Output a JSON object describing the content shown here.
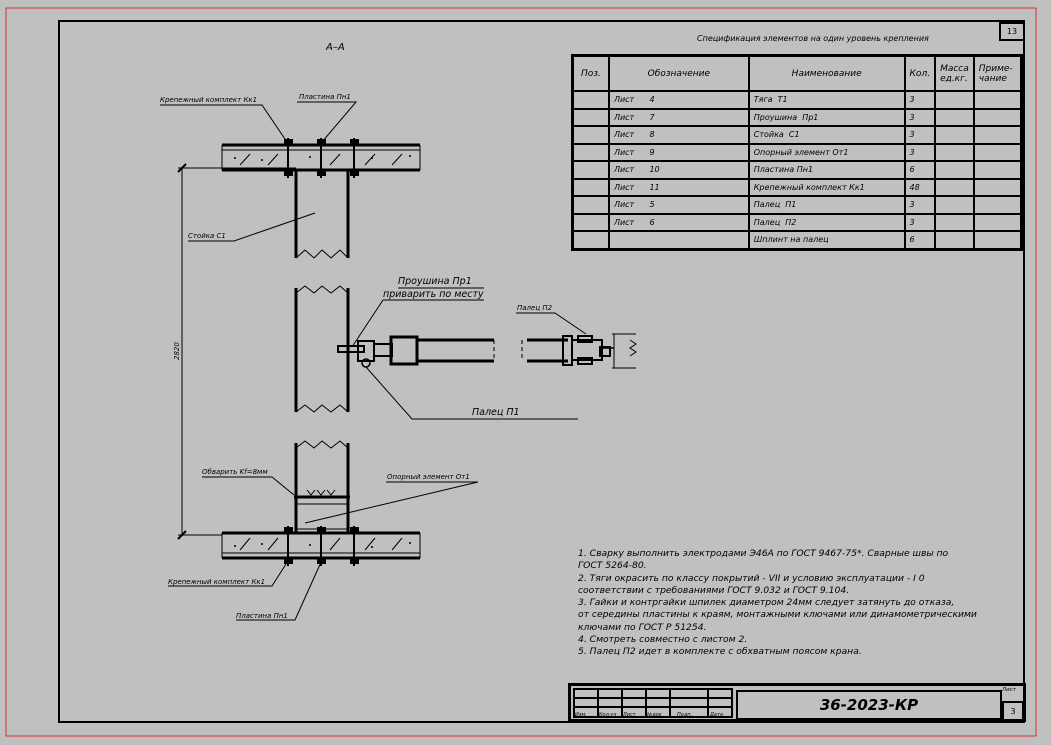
{
  "sheet_number": "13",
  "section_label": "А–А",
  "labels": {
    "kk1_top": "Крепежный комплект Кк1",
    "pn1_top": "Пластина Пн1",
    "stoyka": "Стойка С1",
    "dim_2820": "2820",
    "proushina_1": "Проушина Пр1",
    "proushina_2": "приварить по месту",
    "palec_p2": "Палец П2",
    "palec_p1": "Палец П1",
    "obvarit": "Обварить Kf=8мм",
    "opornyi": "Опорный элемент От1",
    "kk1_bottom": "Крепежный комплект Кк1",
    "pn1_bottom": "Пластина Пн1"
  },
  "spec": {
    "title": "Спецификация элементов на один уровень крепления",
    "headers": [
      "Поз.",
      "Обозначение",
      "Наименование",
      "Кол.",
      "Масса ед.кг.",
      "Приме- чание"
    ],
    "rows": [
      {
        "pos": "",
        "designation": "Лист      4",
        "name": "Тяга  Т1",
        "qty": "3",
        "mass": "",
        "note": ""
      },
      {
        "pos": "",
        "designation": "Лист      7",
        "name": "Проушина  Пр1",
        "qty": "3",
        "mass": "",
        "note": ""
      },
      {
        "pos": "",
        "designation": "Лист      8",
        "name": "Стойка  С1",
        "qty": "3",
        "mass": "",
        "note": ""
      },
      {
        "pos": "",
        "designation": "Лист      9",
        "name": "Опорный элемент От1",
        "qty": "3",
        "mass": "",
        "note": ""
      },
      {
        "pos": "",
        "designation": "Лист      10",
        "name": "Пластина Пн1",
        "qty": "6",
        "mass": "",
        "note": ""
      },
      {
        "pos": "",
        "designation": "Лист      11",
        "name": "Крепежный комплект Кк1",
        "qty": "48",
        "mass": "",
        "note": ""
      },
      {
        "pos": "",
        "designation": "Лист      5",
        "name": "Палец  П1",
        "qty": "3",
        "mass": "",
        "note": ""
      },
      {
        "pos": "",
        "designation": "Лист      6",
        "name": "Палец  П2",
        "qty": "3",
        "mass": "",
        "note": ""
      },
      {
        "pos": "",
        "designation": "",
        "name": "Шплинт на палец",
        "qty": "6",
        "mass": "",
        "note": ""
      }
    ]
  },
  "notes": [
    "1. Сварку выполнить электродами Э46А по ГОСТ 9467-75*. Сварные швы по",
    "ГОСТ 5264-80.",
    "2. Тяги окрасить по классу покрытий - VII и условию эксплуатации - I 0",
    "соответствии с требованиями ГОСТ 9.032 и ГОСТ 9.104.",
    "3. Гайки и контргайки шпилек диаметром 24мм следует затянуть до отказа,",
    "от середины пластины к краям, монтажными ключами или динамометрическими",
    "ключами по ГОСТ Р 51254.",
    "4. Смотреть совместно с листом 2.",
    "5. Палец П2 идет в комплекте с обхватным поясом крана."
  ],
  "stamp": {
    "code": "36-2023-КР",
    "sheet_label": "Лист",
    "sheet_value": "3",
    "col_labels": [
      "Изм.",
      "Кол.уч",
      "Лист",
      "№док",
      "Подп.",
      "Дата"
    ]
  }
}
